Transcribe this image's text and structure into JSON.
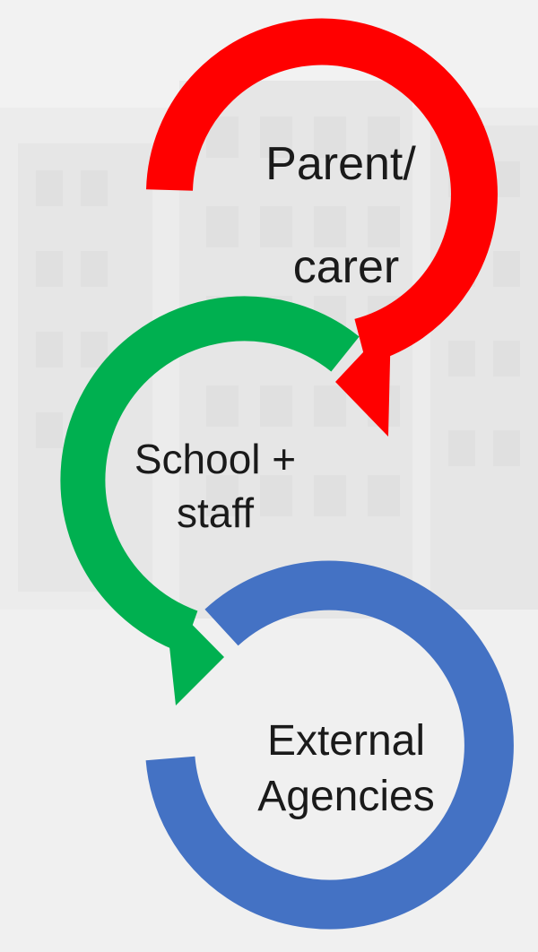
{
  "diagram": {
    "nodes": [
      {
        "id": "parent",
        "lines": [
          "Parent/",
          "carer"
        ],
        "color": "#ff0000"
      },
      {
        "id": "school",
        "lines": [
          "School +",
          "staff"
        ],
        "color": "#00b050"
      },
      {
        "id": "external",
        "lines": [
          "External",
          "Agencies"
        ],
        "color": "#4472c4"
      }
    ],
    "flow": [
      "parent",
      "school",
      "external"
    ]
  }
}
